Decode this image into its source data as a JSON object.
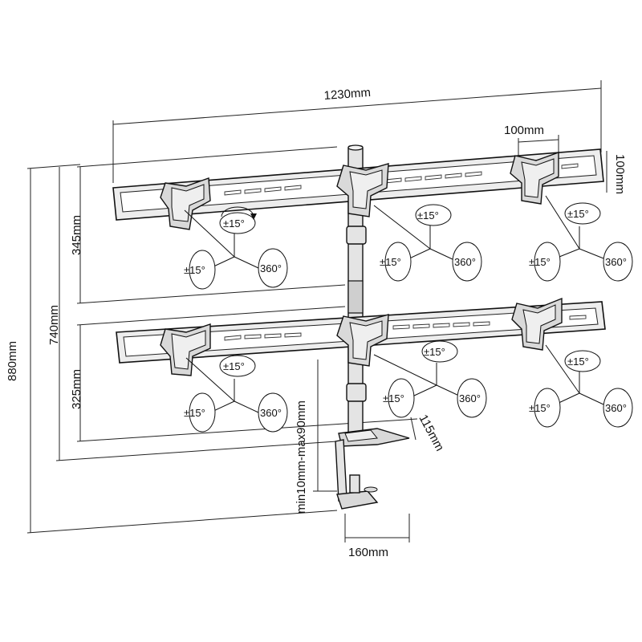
{
  "diagram": {
    "dimensions": {
      "width_total": "1230mm",
      "vesa_width": "100mm",
      "vesa_height": "100mm",
      "upper_row_height": "345mm",
      "lower_row_height": "325mm",
      "mid_height": "740mm",
      "total_height": "880mm",
      "clamp_range": "min10mm-max90mm",
      "clamp_depth": "115mm",
      "clamp_base": "160mm"
    },
    "rotation": {
      "tilt": "±15°",
      "swivel": "±15°",
      "rotate": "360°"
    }
  }
}
